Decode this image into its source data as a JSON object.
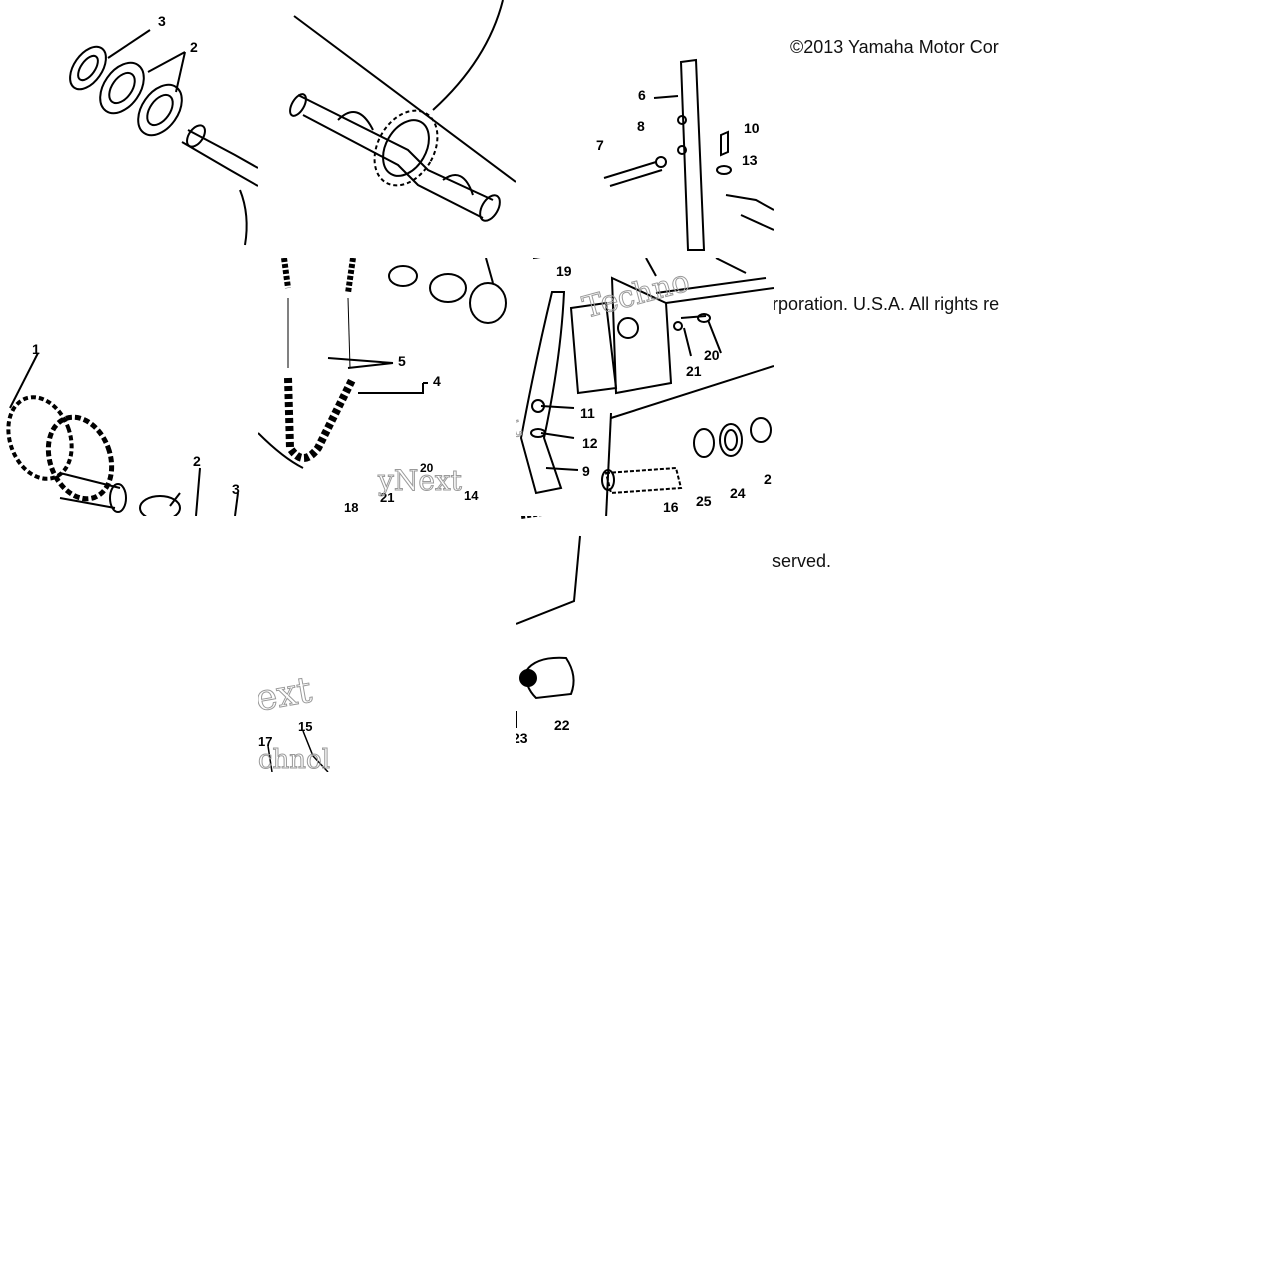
{
  "copyright": {
    "part1": "©2013 Yamaha Motor Cor",
    "part2": "rporation. U.S.A. All rights re",
    "part3": "served."
  },
  "watermark": {
    "a": "yNext",
    "b": "Techno",
    "c": "ext",
    "d": "chnol"
  },
  "callouts": {
    "c1": "1",
    "c2": "2",
    "c3": "3",
    "c4": "4",
    "c5": "5",
    "c6": "6",
    "c7": "7",
    "c8": "8",
    "c9": "9",
    "c10": "10",
    "c11": "11",
    "c12": "12",
    "c13": "13",
    "c14": "14",
    "c15": "15",
    "c16": "16",
    "c17": "17",
    "c18": "18",
    "c19": "19",
    "c20": "20",
    "c21": "21",
    "c22": "22",
    "c23": "23",
    "c24": "24",
    "c25": "25"
  }
}
